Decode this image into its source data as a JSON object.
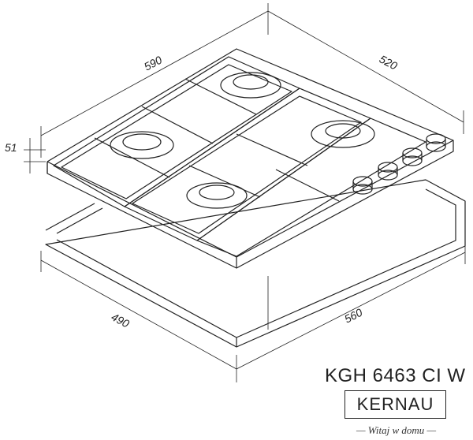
{
  "dimensions": {
    "width_top": "590",
    "depth_top": "520",
    "height": "51",
    "cutout_depth": "490",
    "cutout_width": "560"
  },
  "product": {
    "model": "KGH 6463 CI W",
    "brand": "KERNAU",
    "tagline": "— Witaj w domu —"
  },
  "features": {
    "burners": 4,
    "knobs": 4
  }
}
